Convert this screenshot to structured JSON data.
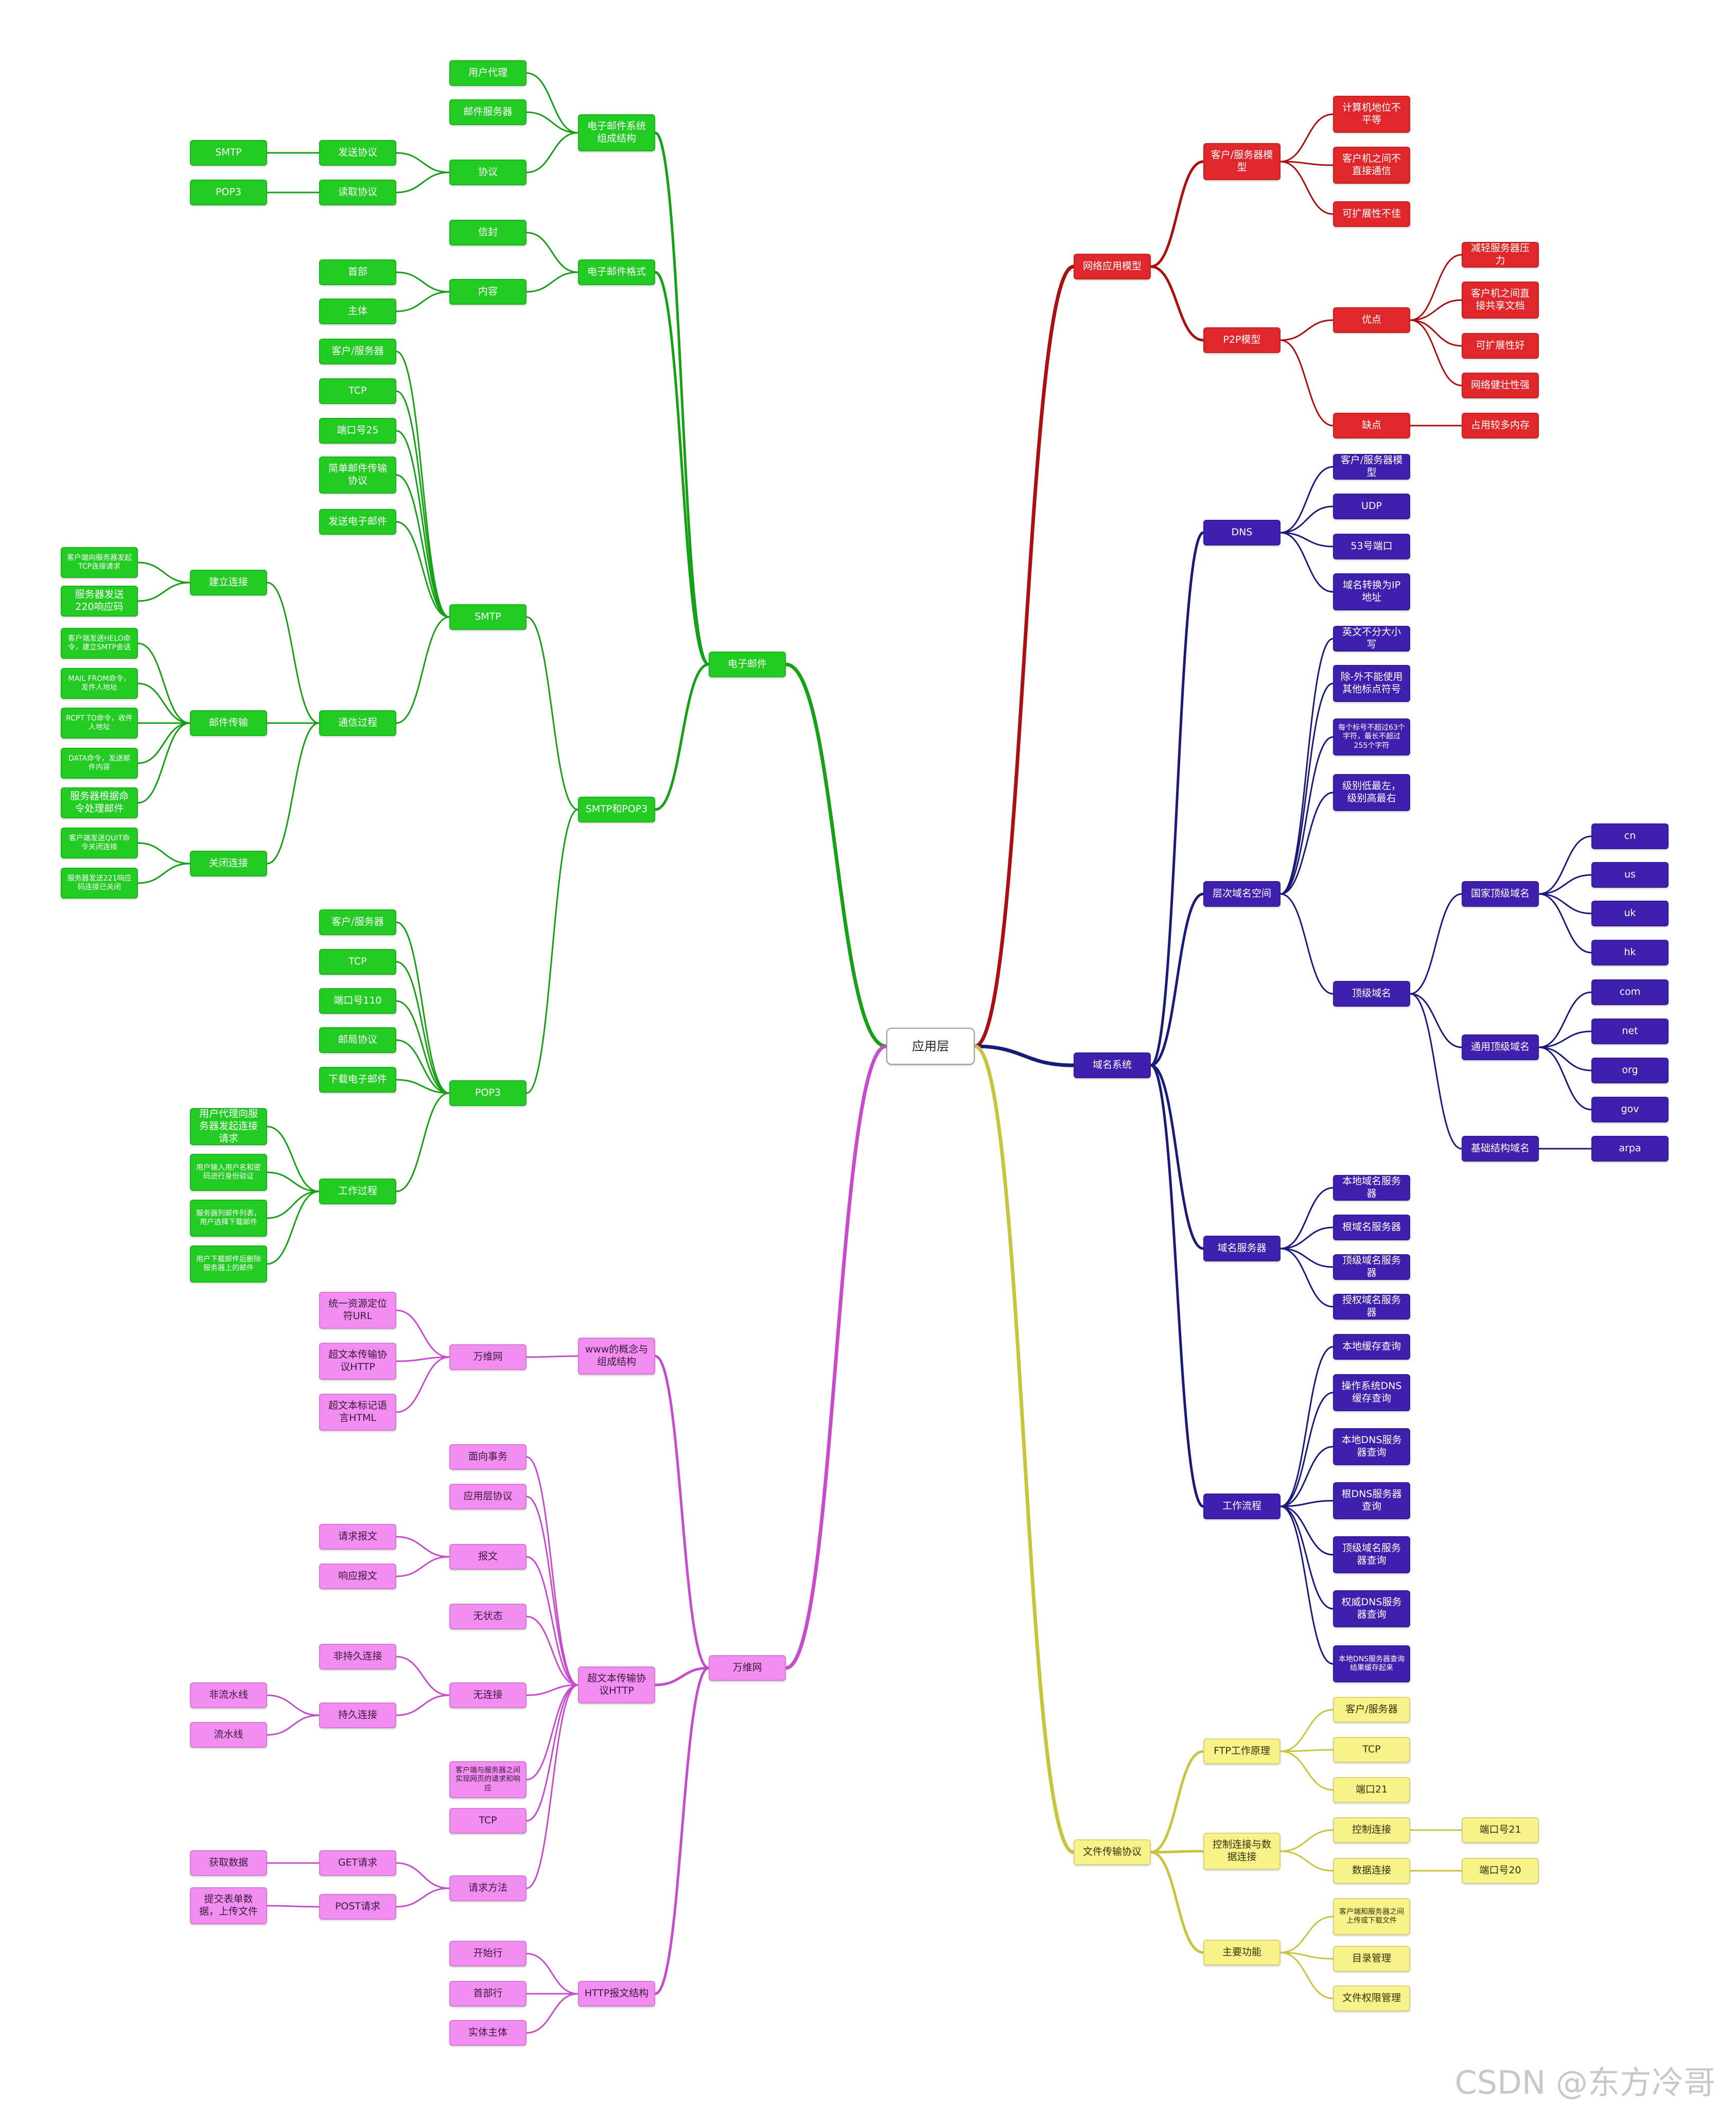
{
  "colors": {
    "green": "#22cc22",
    "red": "#e0282c",
    "navy": "#3f1fae",
    "magenta": "#f28ef2",
    "yellow": "#f8f28a",
    "green_edge": "#16a016",
    "red_edge": "#aa1010",
    "navy_edge": "#1a1a7a",
    "magenta_edge": "#c64ccc",
    "yellow_edge": "#c8c43c",
    "root_edge_magenta": "#c64ccc"
  },
  "watermark": "CSDN @东方冷哥",
  "nodes": [
    {
      "id": "root",
      "t": "应用层",
      "c": "root"
    },
    {
      "id": "email",
      "t": "电子邮件",
      "c": "green"
    },
    {
      "id": "es",
      "t": "电子邮件系统组成结构",
      "c": "green"
    },
    {
      "id": "es_ua",
      "t": "用户代理",
      "c": "green"
    },
    {
      "id": "es_ms",
      "t": "邮件服务器",
      "c": "green"
    },
    {
      "id": "es_pr",
      "t": "协议",
      "c": "green"
    },
    {
      "id": "es_send",
      "t": "发送协议",
      "c": "green"
    },
    {
      "id": "es_smtp",
      "t": "SMTP",
      "c": "green"
    },
    {
      "id": "es_read",
      "t": "读取协议",
      "c": "green"
    },
    {
      "id": "es_pop3",
      "t": "POP3",
      "c": "green"
    },
    {
      "id": "ef",
      "t": "电子邮件格式",
      "c": "green"
    },
    {
      "id": "ef_env",
      "t": "信封",
      "c": "green"
    },
    {
      "id": "ef_con",
      "t": "内容",
      "c": "green"
    },
    {
      "id": "ef_head",
      "t": "首部",
      "c": "green"
    },
    {
      "id": "ef_body",
      "t": "主体",
      "c": "green"
    },
    {
      "id": "sp",
      "t": "SMTP和POP3",
      "c": "green"
    },
    {
      "id": "smtp",
      "t": "SMTP",
      "c": "green"
    },
    {
      "id": "smtp_cs",
      "t": "客户/服务器",
      "c": "green"
    },
    {
      "id": "smtp_tcp",
      "t": "TCP",
      "c": "green"
    },
    {
      "id": "smtp_port",
      "t": "端口号25",
      "c": "green"
    },
    {
      "id": "smtp_simple",
      "t": "简单邮件传输协议",
      "c": "green"
    },
    {
      "id": "smtp_send",
      "t": "发送电子邮件",
      "c": "green"
    },
    {
      "id": "smtp_comm",
      "t": "通信过程",
      "c": "green"
    },
    {
      "id": "conn",
      "t": "建立连接",
      "c": "green"
    },
    {
      "id": "conn_1",
      "t": "客户端向服务器发起TCP连接请求",
      "c": "green",
      "small": true
    },
    {
      "id": "conn_2",
      "t": "服务器发送220响应码",
      "c": "green"
    },
    {
      "id": "mail",
      "t": "邮件传输",
      "c": "green"
    },
    {
      "id": "mail_1",
      "t": "客户端发送HELO命令，建立SMTP会话",
      "c": "green",
      "small": true
    },
    {
      "id": "mail_2",
      "t": "MAIL FROM命令，发件人地址",
      "c": "green",
      "small": true
    },
    {
      "id": "mail_3",
      "t": "RCPT TO命令，收件人地址",
      "c": "green",
      "small": true
    },
    {
      "id": "mail_4",
      "t": "DATA命令，发送邮件内容",
      "c": "green",
      "small": true
    },
    {
      "id": "mail_5",
      "t": "服务器根据命令处理邮件",
      "c": "green"
    },
    {
      "id": "close",
      "t": "关闭连接",
      "c": "green"
    },
    {
      "id": "close_1",
      "t": "客户端发送QUIT命令关闭连接",
      "c": "green",
      "small": true
    },
    {
      "id": "close_2",
      "t": "服务器发送221响应码连接已关闭",
      "c": "green",
      "small": true
    },
    {
      "id": "pop3",
      "t": "POP3",
      "c": "green"
    },
    {
      "id": "pop3_cs",
      "t": "客户/服务器",
      "c": "green"
    },
    {
      "id": "pop3_tcp",
      "t": "TCP",
      "c": "green"
    },
    {
      "id": "pop3_port",
      "t": "端口号110",
      "c": "green"
    },
    {
      "id": "pop3_pr",
      "t": "邮局协议",
      "c": "green"
    },
    {
      "id": "pop3_dl",
      "t": "下载电子邮件",
      "c": "green"
    },
    {
      "id": "pop3_wk",
      "t": "工作过程",
      "c": "green"
    },
    {
      "id": "wk_1",
      "t": "用户代理向服务器发起连接请求",
      "c": "green"
    },
    {
      "id": "wk_2",
      "t": "用户输入用户名和密码进行身份验证",
      "c": "green",
      "small": true
    },
    {
      "id": "wk_3",
      "t": "服务器列邮件列表，用户选择下载邮件",
      "c": "green",
      "small": true
    },
    {
      "id": "wk_4",
      "t": "用户下载邮件后删除服务器上的邮件",
      "c": "green",
      "small": true
    },
    {
      "id": "www",
      "t": "万维网",
      "c": "magenta"
    },
    {
      "id": "wc",
      "t": "www的概念与组成结构",
      "c": "magenta"
    },
    {
      "id": "wc_web",
      "t": "万维网",
      "c": "magenta"
    },
    {
      "id": "wc_url",
      "t": "统一资源定位符URL",
      "c": "magenta"
    },
    {
      "id": "wc_http",
      "t": "超文本传输协议HTTP",
      "c": "magenta"
    },
    {
      "id": "wc_html",
      "t": "超文本标记语言HTML",
      "c": "magenta"
    },
    {
      "id": "http",
      "t": "超文本传输协议HTTP",
      "c": "magenta"
    },
    {
      "id": "http_tx",
      "t": "面向事务",
      "c": "magenta"
    },
    {
      "id": "http_app",
      "t": "应用层协议",
      "c": "magenta"
    },
    {
      "id": "http_msg",
      "t": "报文",
      "c": "magenta"
    },
    {
      "id": "http_req",
      "t": "请求报文",
      "c": "magenta"
    },
    {
      "id": "http_res",
      "t": "响应报文",
      "c": "magenta"
    },
    {
      "id": "http_sl",
      "t": "无状态",
      "c": "magenta"
    },
    {
      "id": "http_nc",
      "t": "无连接",
      "c": "magenta"
    },
    {
      "id": "http_np",
      "t": "非持久连接",
      "c": "magenta"
    },
    {
      "id": "http_pc",
      "t": "持久连接",
      "c": "magenta"
    },
    {
      "id": "http_npl",
      "t": "非流水线",
      "c": "magenta"
    },
    {
      "id": "http_pl",
      "t": "流水线",
      "c": "magenta"
    },
    {
      "id": "http_cs",
      "t": "客户端与服务器之间实现网页的请求和响应",
      "c": "magenta",
      "small": true
    },
    {
      "id": "http_tcp",
      "t": "TCP",
      "c": "magenta"
    },
    {
      "id": "http_rm",
      "t": "请求方法",
      "c": "magenta"
    },
    {
      "id": "http_get",
      "t": "GET请求",
      "c": "magenta"
    },
    {
      "id": "http_getd",
      "t": "获取数据",
      "c": "magenta"
    },
    {
      "id": "http_post",
      "t": "POST请求",
      "c": "magenta"
    },
    {
      "id": "http_postd",
      "t": "提交表单数据，上传文件",
      "c": "magenta"
    },
    {
      "id": "hm",
      "t": "HTTP报文结构",
      "c": "magenta"
    },
    {
      "id": "hm_start",
      "t": "开始行",
      "c": "magenta"
    },
    {
      "id": "hm_head",
      "t": "首部行",
      "c": "magenta"
    },
    {
      "id": "hm_body",
      "t": "实体主体",
      "c": "magenta"
    },
    {
      "id": "nm",
      "t": "网络应用模型",
      "c": "red"
    },
    {
      "id": "nm_cs",
      "t": "客户/服务器模型",
      "c": "red"
    },
    {
      "id": "nm_cs1",
      "t": "计算机地位不平等",
      "c": "red"
    },
    {
      "id": "nm_cs2",
      "t": "客户机之间不直接通信",
      "c": "red"
    },
    {
      "id": "nm_cs3",
      "t": "可扩展性不佳",
      "c": "red"
    },
    {
      "id": "nm_p2p",
      "t": "P2P模型",
      "c": "red"
    },
    {
      "id": "nm_adv",
      "t": "优点",
      "c": "red"
    },
    {
      "id": "nm_adv1",
      "t": "减轻服务器压力",
      "c": "red"
    },
    {
      "id": "nm_adv2",
      "t": "客户机之间直接共享文档",
      "c": "red"
    },
    {
      "id": "nm_adv3",
      "t": "可扩展性好",
      "c": "red"
    },
    {
      "id": "nm_adv4",
      "t": "网络健壮性强",
      "c": "red"
    },
    {
      "id": "nm_dis",
      "t": "缺点",
      "c": "red"
    },
    {
      "id": "nm_dis1",
      "t": "占用较多内存",
      "c": "red"
    },
    {
      "id": "dn",
      "t": "域名系统",
      "c": "navy"
    },
    {
      "id": "dns",
      "t": "DNS",
      "c": "navy"
    },
    {
      "id": "dns_cs",
      "t": "客户/服务器模型",
      "c": "navy"
    },
    {
      "id": "dns_udp",
      "t": "UDP",
      "c": "navy"
    },
    {
      "id": "dns_53",
      "t": "53号端口",
      "c": "navy"
    },
    {
      "id": "dns_ip",
      "t": "域名转换为IP地址",
      "c": "navy"
    },
    {
      "id": "hs",
      "t": "层次域名空间",
      "c": "navy"
    },
    {
      "id": "hs_1",
      "t": "英文不分大小写",
      "c": "navy"
    },
    {
      "id": "hs_2",
      "t": "除-外不能使用其他标点符号",
      "c": "navy"
    },
    {
      "id": "hs_3",
      "t": "每个标号不超过63个字符，最长不超过255个字符",
      "c": "navy",
      "small": true
    },
    {
      "id": "hs_4",
      "t": "级别低最左，级别高最右",
      "c": "navy"
    },
    {
      "id": "tld",
      "t": "顶级域名",
      "c": "navy"
    },
    {
      "id": "cc",
      "t": "国家顶级域名",
      "c": "navy"
    },
    {
      "id": "cc_cn",
      "t": "cn",
      "c": "navy"
    },
    {
      "id": "cc_us",
      "t": "us",
      "c": "navy"
    },
    {
      "id": "cc_uk",
      "t": "uk",
      "c": "navy"
    },
    {
      "id": "cc_hk",
      "t": "hk",
      "c": "navy"
    },
    {
      "id": "gen",
      "t": "通用顶级域名",
      "c": "navy"
    },
    {
      "id": "gen_com",
      "t": "com",
      "c": "navy"
    },
    {
      "id": "gen_net",
      "t": "net",
      "c": "navy"
    },
    {
      "id": "gen_org",
      "t": "org",
      "c": "navy"
    },
    {
      "id": "gen_gov",
      "t": "gov",
      "c": "navy"
    },
    {
      "id": "inf",
      "t": "基础结构域名",
      "c": "navy"
    },
    {
      "id": "inf_arpa",
      "t": "arpa",
      "c": "navy"
    },
    {
      "id": "ds",
      "t": "域名服务器",
      "c": "navy"
    },
    {
      "id": "ds_1",
      "t": "本地域名服务器",
      "c": "navy"
    },
    {
      "id": "ds_2",
      "t": "根域名服务器",
      "c": "navy"
    },
    {
      "id": "ds_3",
      "t": "顶级域名服务器",
      "c": "navy"
    },
    {
      "id": "ds_4",
      "t": "授权域名服务器",
      "c": "navy"
    },
    {
      "id": "wf",
      "t": "工作流程",
      "c": "navy"
    },
    {
      "id": "wf_1",
      "t": "本地缓存查询",
      "c": "navy"
    },
    {
      "id": "wf_2",
      "t": "操作系统DNS缓存查询",
      "c": "navy"
    },
    {
      "id": "wf_3",
      "t": "本地DNS服务器查询",
      "c": "navy"
    },
    {
      "id": "wf_4",
      "t": "根DNS服务器查询",
      "c": "navy"
    },
    {
      "id": "wf_5",
      "t": "顶级域名服务器查询",
      "c": "navy"
    },
    {
      "id": "wf_6",
      "t": "权威DNS服务器查询",
      "c": "navy"
    },
    {
      "id": "wf_7",
      "t": "本地DNS服务器查询结果缓存起来",
      "c": "navy",
      "small": true
    },
    {
      "id": "ftp",
      "t": "文件传输协议",
      "c": "yellow"
    },
    {
      "id": "ftp_w",
      "t": "FTP工作原理",
      "c": "yellow"
    },
    {
      "id": "ftp_w1",
      "t": "客户/服务器",
      "c": "yellow"
    },
    {
      "id": "ftp_w2",
      "t": "TCP",
      "c": "yellow"
    },
    {
      "id": "ftp_w3",
      "t": "端口21",
      "c": "yellow"
    },
    {
      "id": "ftp_c",
      "t": "控制连接与数据连接",
      "c": "yellow"
    },
    {
      "id": "ftp_cc",
      "t": "控制连接",
      "c": "yellow"
    },
    {
      "id": "ftp_cc1",
      "t": "端口号21",
      "c": "yellow"
    },
    {
      "id": "ftp_dc",
      "t": "数据连接",
      "c": "yellow"
    },
    {
      "id": "ftp_dc1",
      "t": "端口号20",
      "c": "yellow"
    },
    {
      "id": "ftp_f",
      "t": "主要功能",
      "c": "yellow"
    },
    {
      "id": "ftp_f1",
      "t": "客户端和服务器之间上传或下载文件",
      "c": "yellow",
      "small": true
    },
    {
      "id": "ftp_f2",
      "t": "目录管理",
      "c": "yellow"
    },
    {
      "id": "ftp_f3",
      "t": "文件权限管理",
      "c": "yellow"
    }
  ]
}
